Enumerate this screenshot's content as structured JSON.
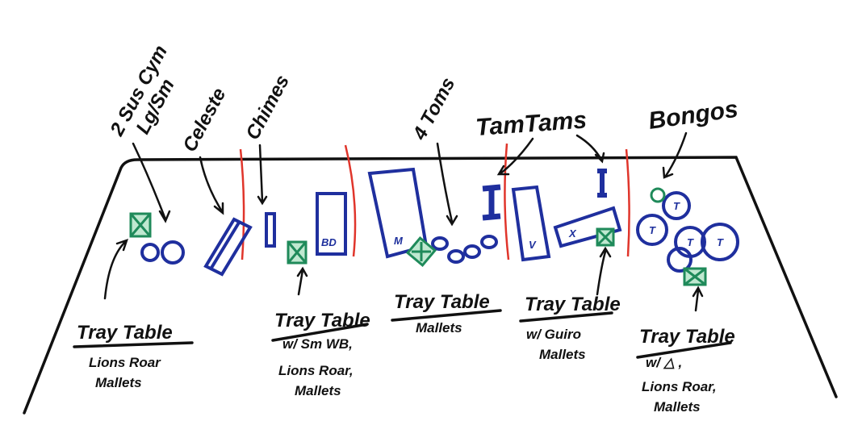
{
  "top_labels": {
    "cymbals": [
      "2 Sus Cym",
      "Lg/Sm"
    ],
    "celeste": "Celeste",
    "chimes": "Chimes",
    "toms": "4 Toms",
    "tamtams": "TamTams",
    "bongos": "Bongos"
  },
  "instrument_letters": {
    "bass_drum": "BD",
    "marimba": "M",
    "vibraphone": "V",
    "xylophone": "X",
    "bongo": "T"
  },
  "tray_tables": [
    {
      "title": "Tray Table",
      "lines": [
        "Lions Roar",
        "Mallets"
      ]
    },
    {
      "title": "Tray Table",
      "lines": [
        "w/ Sm WB,",
        "Lions Roar,",
        "Mallets"
      ]
    },
    {
      "title": "Tray Table",
      "lines": [
        "Mallets"
      ]
    },
    {
      "title": "Tray Table",
      "lines": [
        "w/ Guiro",
        "Mallets"
      ]
    },
    {
      "title": "Tray Table",
      "lines": [
        "w/ △ ,",
        "Lions Roar,",
        "Mallets"
      ]
    }
  ],
  "colors": {
    "outline": "#111111",
    "instruments": "#1f2f9e",
    "tray_tables": "#1f8a5a",
    "dividers": "#e0352b"
  }
}
